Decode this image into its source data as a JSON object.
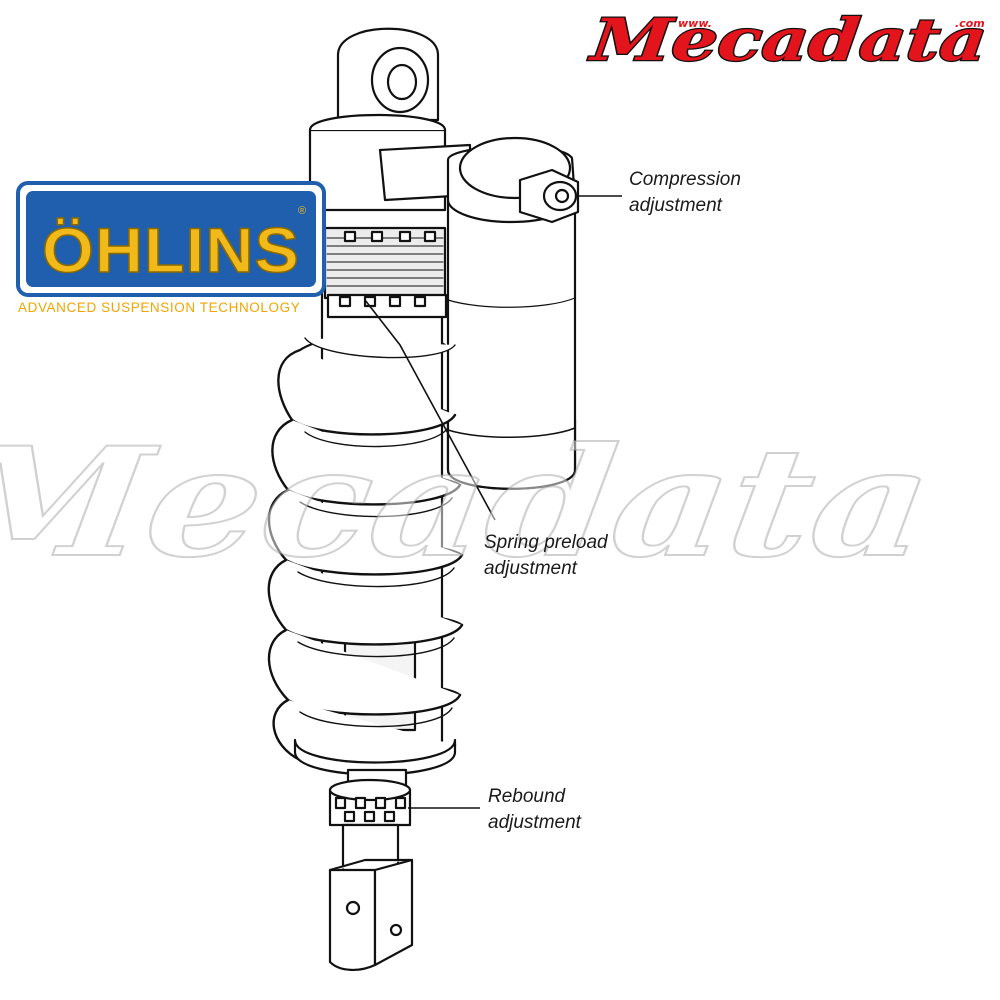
{
  "logos": {
    "ohlins": {
      "brand": "ÖHLINS",
      "tagline": "ADVANCED SUSPENSION TECHNOLOGY",
      "registered_mark": "®",
      "colors": {
        "badge": "#1f5fae",
        "text": "#f2b91b",
        "tagline": "#f0a500"
      }
    },
    "mecadata": {
      "prefix": "www.",
      "name": "Mecadata",
      "suffix": ".com",
      "colors": {
        "text": "#e3141b",
        "outline": "#111111"
      }
    },
    "watermark": {
      "text": "Mecadata"
    }
  },
  "callouts": {
    "compression": {
      "line1": "Compression",
      "line2": "adjustment"
    },
    "spring_preload": {
      "line1": "Spring preload",
      "line2": "adjustment"
    },
    "rebound": {
      "line1": "Rebound",
      "line2": "adjustment"
    }
  }
}
